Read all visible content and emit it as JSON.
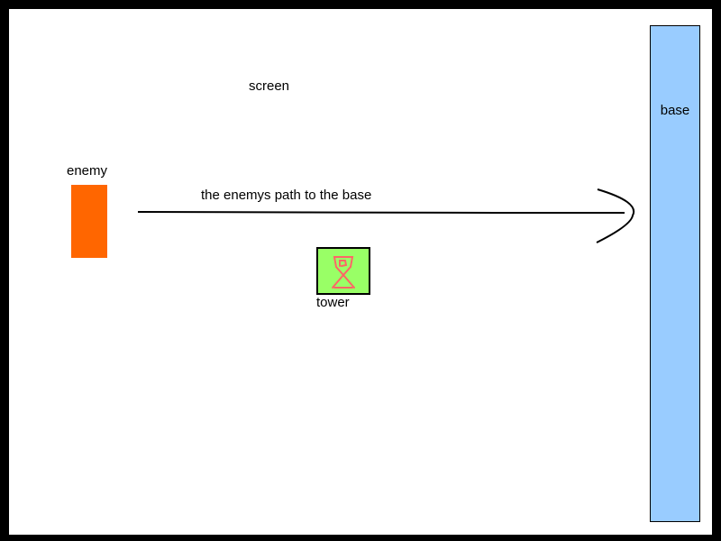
{
  "labels": {
    "screen": "screen",
    "enemy": "enemy",
    "path": "the enemys path to the base",
    "tower": "tower",
    "base": "base"
  },
  "colors": {
    "frame": "#000000",
    "screen_bg": "#ffffff",
    "enemy": "#ff6600",
    "tower_fill": "#99ff66",
    "tower_icon": "#ff6666",
    "base": "#99ccff",
    "path": "#000000"
  },
  "icons": {
    "tower": "stick-figure-icon",
    "path_end": "arrowhead-icon"
  }
}
